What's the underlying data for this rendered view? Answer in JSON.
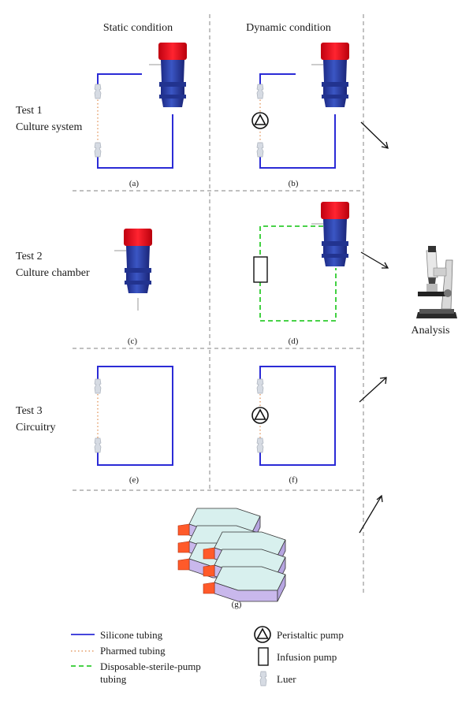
{
  "headers": {
    "static": "Static condition",
    "dynamic": "Dynamic condition"
  },
  "tests": [
    {
      "title": "Test 1",
      "subtitle": "Culture system"
    },
    {
      "title": "Test 2",
      "subtitle": "Culture chamber"
    },
    {
      "title": "Test 3",
      "subtitle": "Circuitry"
    }
  ],
  "panels": {
    "a": "(a)",
    "b": "(b)",
    "c": "(c)",
    "d": "(d)",
    "e": "(e)",
    "f": "(f)",
    "g": "(g)"
  },
  "analysis_label": "Analysis",
  "legend": {
    "silicone": "Silicone tubing",
    "pharmed": "Pharmed tubing",
    "disposable_line1": "Disposable-sterile-pump",
    "disposable_line2": "tubing",
    "peristaltic": "Peristaltic pump",
    "infusion": "Infusion pump",
    "luer": "Luer"
  },
  "colors": {
    "silicone": "#2b2bd6",
    "pharmed": "#e08a4a",
    "disposable": "#2ecc2e",
    "cap_red": "#e8101a",
    "chamber_blue": "#2a3fa8",
    "grid": "#9a9a9a",
    "flask_fill": "#c9b8ec",
    "flask_top": "#d8f0ee"
  }
}
